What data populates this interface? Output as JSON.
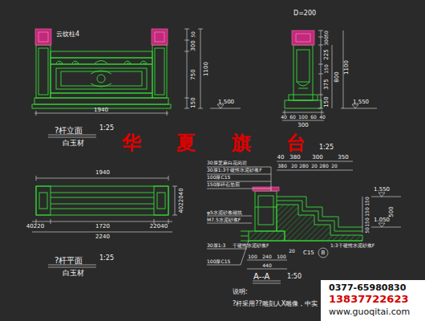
{
  "diagram": {
    "labels": [
      "云纹柱4",
      "1940",
      "50",
      "300",
      "1100",
      "750",
      "150",
      "1.500",
      "?杆立面",
      "1:25",
      "白玉材",
      "D=200",
      "50",
      "300",
      "1100",
      "225",
      "150",
      "800",
      "375",
      "150",
      "1.550",
      "40",
      "60",
      "100",
      "60",
      "40",
      "300",
      "1940",
      "40220",
      "1720",
      "22040",
      "2240",
      "4022040",
      "?杆平面",
      "1:25",
      "白玉材",
      "华 夏 旗 台",
      "1:25",
      "30厚芝麻白花岗岩",
      "30厚1:3干硬性水泥砂浆F",
      "100厚C15",
      "150厚碎石垫层",
      "40",
      "380",
      "300",
      "350",
      "380",
      "20",
      "280",
      "20",
      "280",
      "20",
      "1.550",
      "500",
      "150",
      "150",
      "150",
      "50",
      "1.050",
      "φ5水泥砂浆砌筑",
      "M7.5水泥砂浆F",
      "30厚1:3",
      "干硬性水泥砂浆F",
      "100厚C15",
      "C15",
      "B",
      "1:3干硬性水泥砂浆F",
      "20",
      "100",
      "240",
      "100",
      "440",
      "A--A",
      "1:50",
      "说明:",
      "?杆采用??雕刻人X雕像，中实",
      "0377-65980830",
      "13837722623",
      "www.guoqitai.com"
    ]
  }
}
